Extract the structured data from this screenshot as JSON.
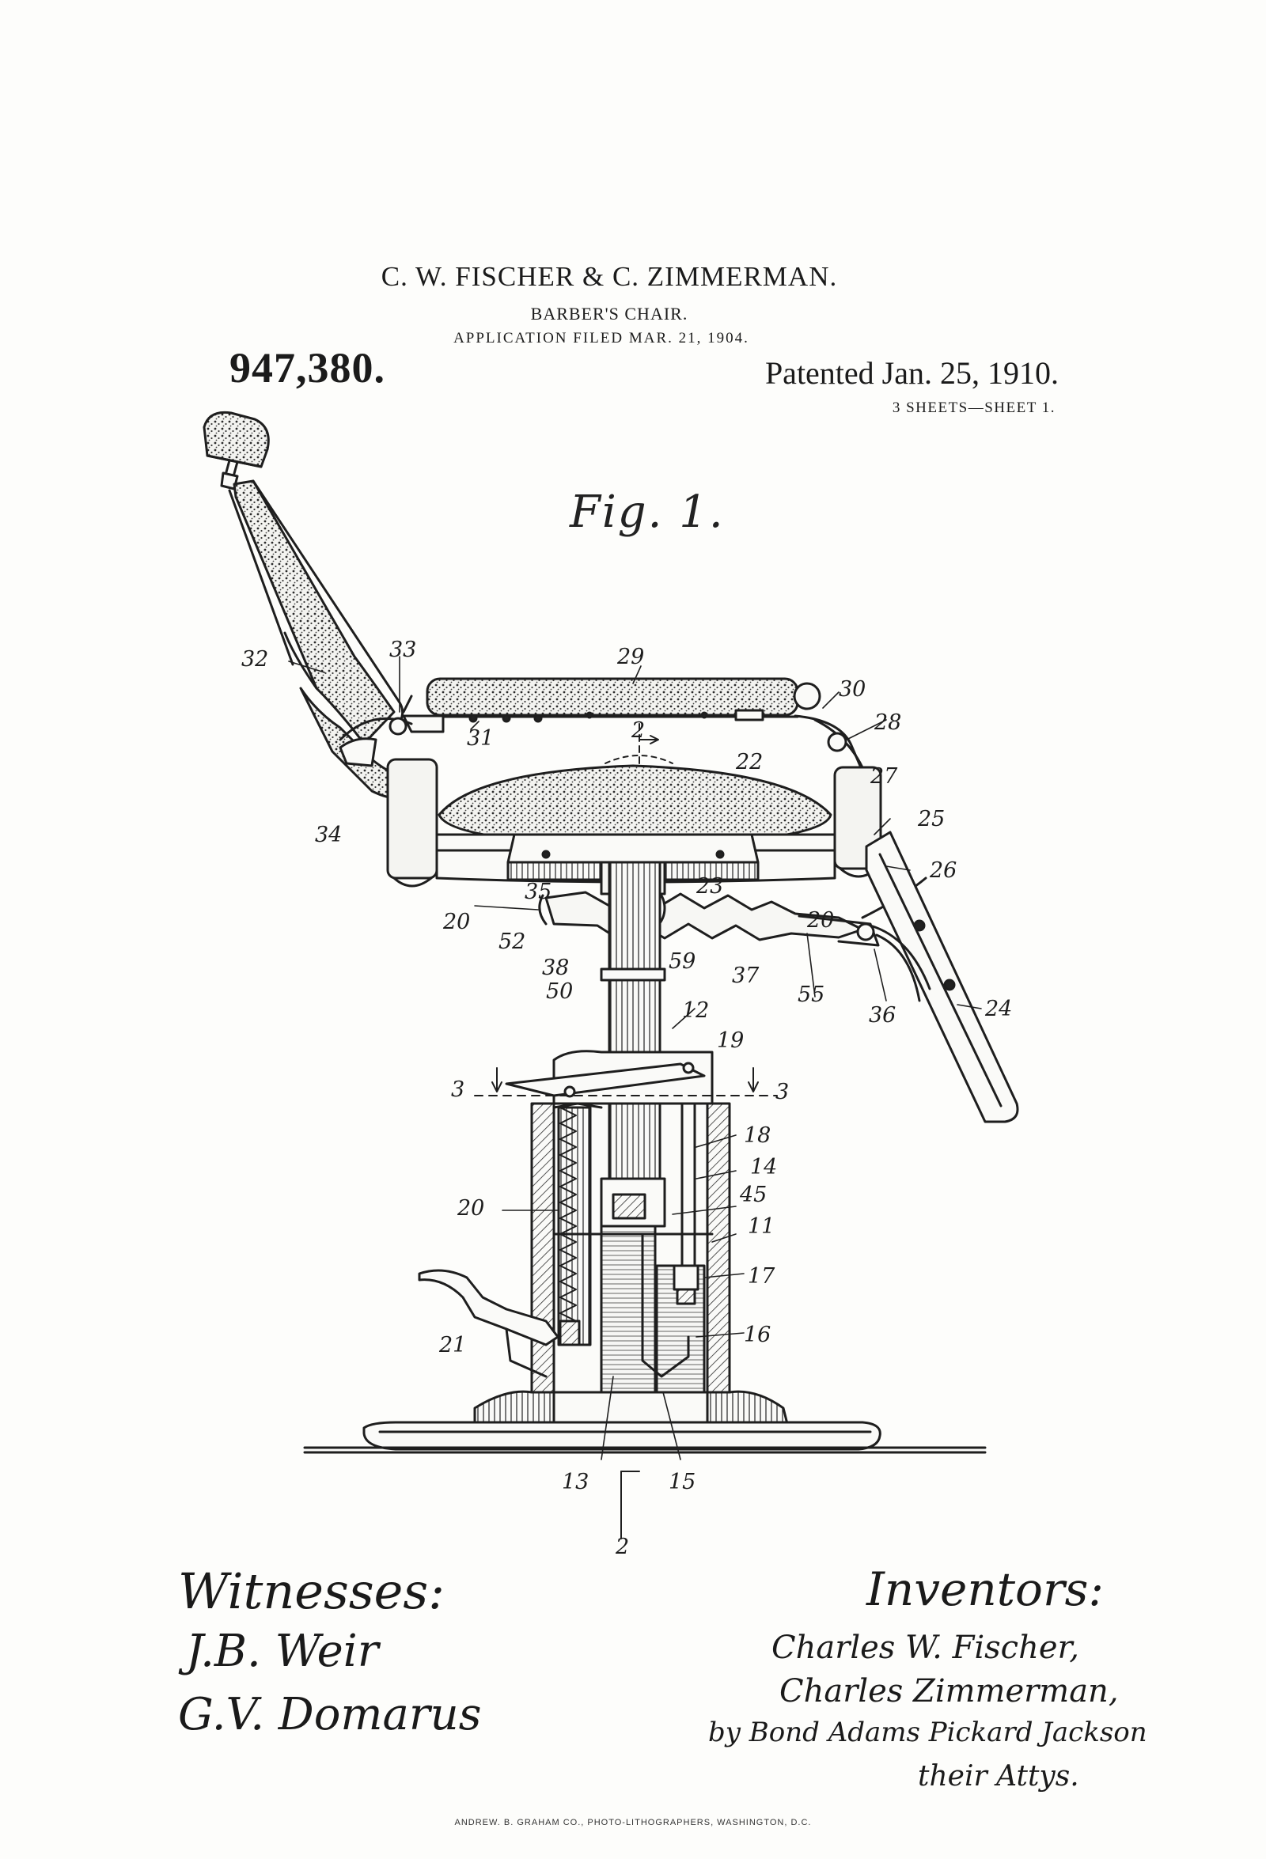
{
  "header": {
    "inventors_line": "C. W. FISCHER & C. ZIMMERMAN.",
    "title": "BARBER'S CHAIR.",
    "application": "APPLICATION FILED MAR. 21, 1904.",
    "patent_number": "947,380.",
    "patented": "Patented Jan. 25, 1910.",
    "sheets": "3 SHEETS—SHEET 1."
  },
  "figure": {
    "caption": "Fig. 1.",
    "reference_numerals": [
      "32",
      "33",
      "29",
      "30",
      "28",
      "27",
      "22",
      "25",
      "26",
      "31",
      "34",
      "20",
      "23",
      "35",
      "20",
      "52",
      "38",
      "59",
      "37",
      "55",
      "36",
      "50",
      "12",
      "24",
      "19",
      "3",
      "3",
      "18",
      "14",
      "45",
      "20",
      "11",
      "17",
      "21",
      "16",
      "13",
      "15",
      "2",
      "2"
    ]
  },
  "signatures": {
    "witnesses_heading": "Witnesses:",
    "witness_1": "J.B. Weir",
    "witness_2": "G.V. Domarus",
    "inventors_heading": "Inventors:",
    "inventor_1": "Charles W. Fischer,",
    "inventor_2": "Charles Zimmerman,",
    "attorneys": "by Bond Adams Pickard Jackson",
    "attorneys_role": "their Attys."
  },
  "footer": {
    "lithographer": "ANDREW. B. GRAHAM CO., PHOTO-LITHOGRAPHERS, WASHINGTON, D.C."
  }
}
